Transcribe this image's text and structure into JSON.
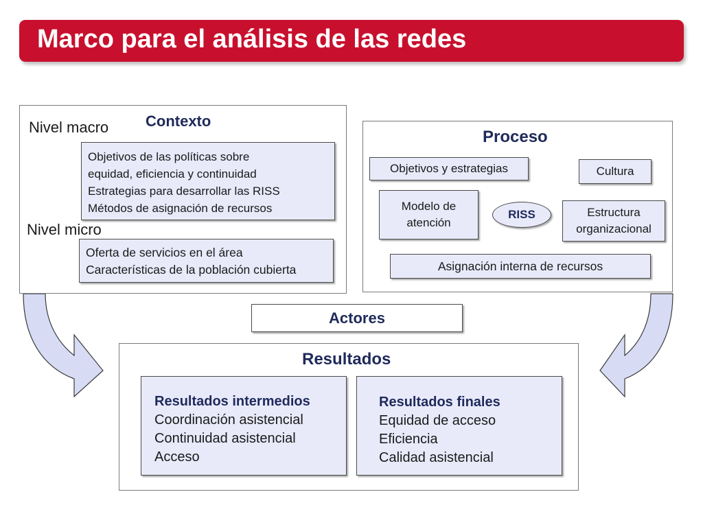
{
  "title": "Marco para el análisis de las redes",
  "contexto": {
    "heading": "Contexto",
    "macro_label": "Nivel macro",
    "micro_label": "Nivel micro",
    "macro_items": [
      "Objetivos de las políticas sobre",
      "equidad,  eficiencia y continuidad",
      "Estrategias para desarrollar las RISS",
      "Métodos de asignación de recursos"
    ],
    "micro_items": [
      "Oferta de servicios en el área",
      "Características de la población cubierta"
    ]
  },
  "proceso": {
    "heading": "Proceso",
    "objetivos": "Objetivos y estrategias",
    "cultura": "Cultura",
    "modelo": [
      "Modelo de",
      "atención"
    ],
    "riss": "RISS",
    "estructura": [
      "Estructura",
      "organizacional"
    ],
    "asignacion": "Asignación interna de recursos"
  },
  "actores": "Actores",
  "resultados": {
    "heading": "Resultados",
    "intermedios": {
      "title": "Resultados intermedios",
      "items": [
        "Coordinación asistencial",
        "Continuidad asistencial",
        "Acceso"
      ]
    },
    "finales": {
      "title": "Resultados finales",
      "items": [
        "Equidad de acceso",
        "Eficiencia",
        "Calidad asistencial"
      ]
    }
  },
  "colors": {
    "title_bg": "#c8102e",
    "box_fill": "#e8eafa",
    "arrow_fill": "#d7dcf4",
    "heading_text": "#1f2a5a"
  }
}
